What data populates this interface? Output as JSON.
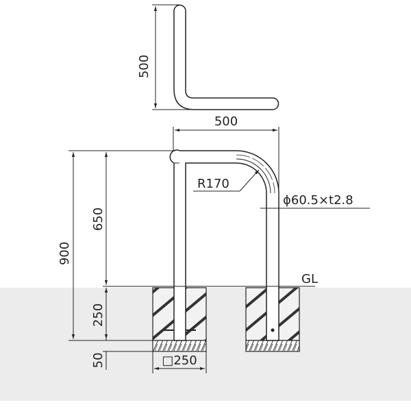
{
  "top_view": {
    "dim_vertical": "500",
    "dim_horizontal": "500"
  },
  "front_view": {
    "bend_radius": "R170",
    "pipe_spec": "ϕ60.5×t2.8",
    "total_height": "900",
    "above_ground": "650",
    "embed_depth": "250",
    "base_thickness": "50",
    "foundation_size": "□250",
    "ground_label": "GL"
  },
  "colors": {
    "ground": "#ececec",
    "line": "#222222"
  }
}
